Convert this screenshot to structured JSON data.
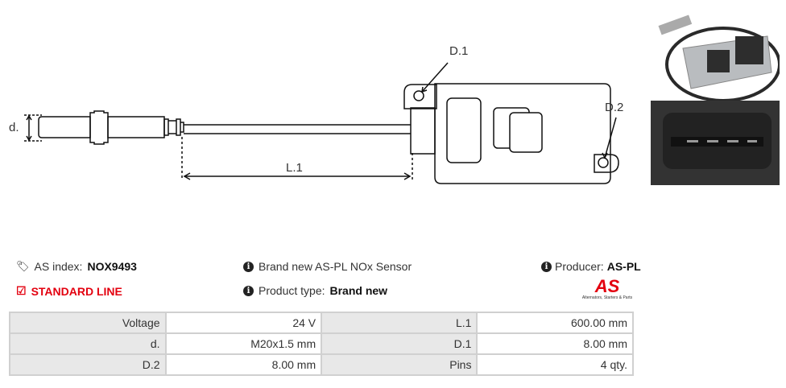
{
  "diagram": {
    "labels": {
      "d": "d.",
      "l1": "L.1",
      "d1": "D.1",
      "d2": "D.2"
    }
  },
  "info": {
    "as_index_label": "AS index:",
    "as_index_value": "NOX9493",
    "line": "STANDARD LINE",
    "description": "Brand new AS-PL NOx Sensor",
    "product_type_label": "Product type:",
    "product_type_value": "Brand new",
    "producer_label": "Producer:",
    "producer_value": "AS-PL"
  },
  "logo": {
    "text": "AS",
    "tagline": "Alternators, Starters & Parts"
  },
  "specs": [
    [
      {
        "label": "Voltage",
        "value": "24 V"
      },
      {
        "label": "L.1",
        "value": "600.00 mm"
      }
    ],
    [
      {
        "label": "d.",
        "value": "M20x1.5 mm"
      },
      {
        "label": "D.1",
        "value": "8.00 mm"
      }
    ],
    [
      {
        "label": "D.2",
        "value": "8.00 mm"
      },
      {
        "label": "Pins",
        "value": "4 qty."
      }
    ]
  ],
  "colors": {
    "accent": "#e3000f"
  }
}
